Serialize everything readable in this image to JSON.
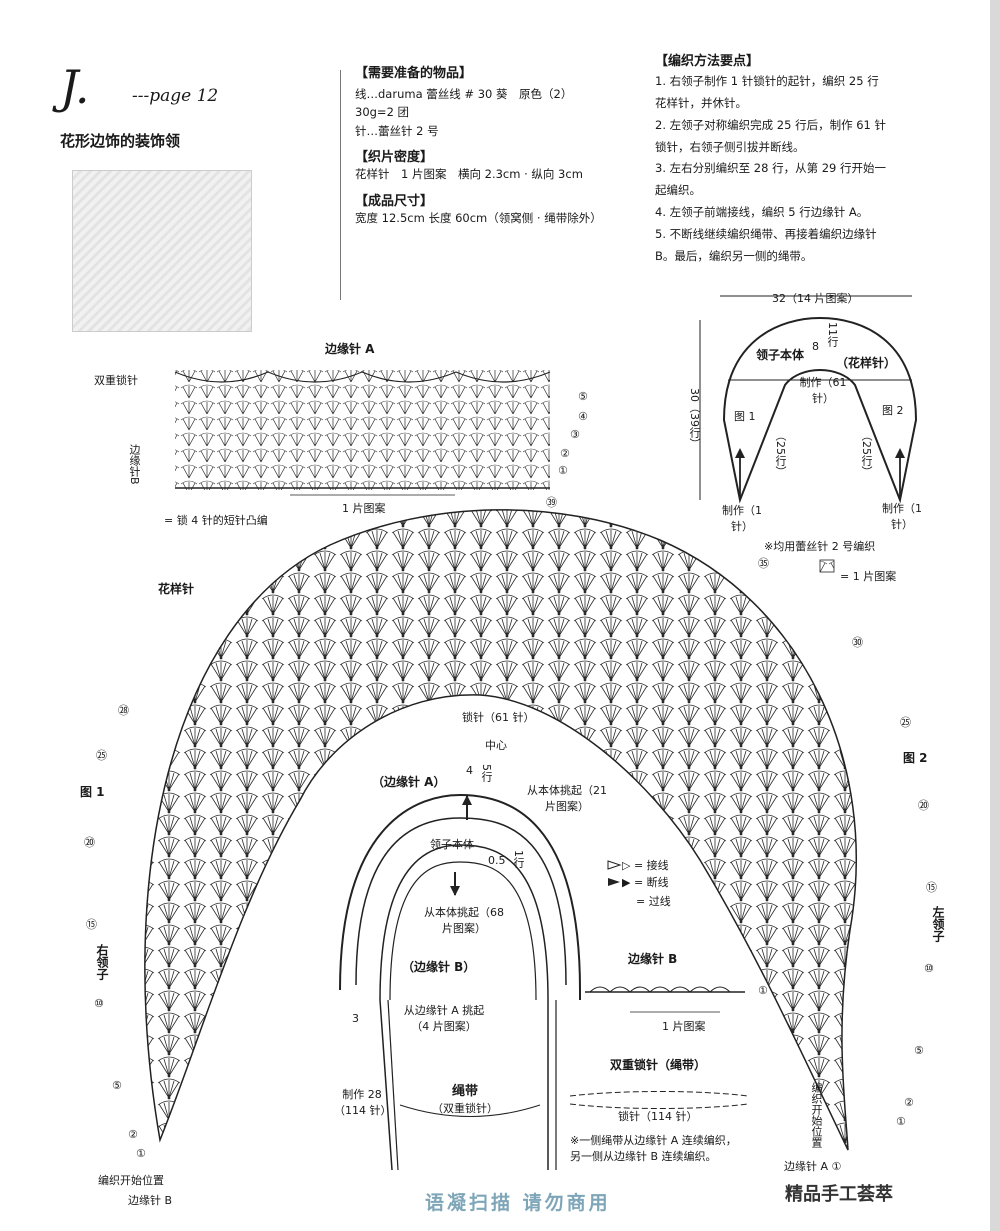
{
  "header": {
    "title_letter": "J.",
    "page_ref": "---page 12",
    "subtitle": "花形边饰的装饰领"
  },
  "materials": {
    "heading": "【需要准备的物品】",
    "lines": [
      "线…daruma 蕾丝线 # 30 葵　原色（2）",
      "30g=2 团",
      "针…蕾丝针 2 号"
    ]
  },
  "gauge": {
    "heading": "【织片密度】",
    "text": "花样针　1 片图案　横向 2.3cm · 纵向 3cm"
  },
  "size": {
    "heading": "【成品尺寸】",
    "text": "宽度 12.5cm  长度 60cm（领窝侧 · 绳带除外）"
  },
  "method": {
    "heading": "【编织方法要点】",
    "steps": [
      "1. 右领子制作 1 针锁针的起针，编织 25 行",
      "花样针，并休针。",
      "2. 左领子对称编织完成 25 行后，制作 61 针",
      "锁针，右领子侧引拔并断线。",
      "3. 左右分别编织至 28 行，从第 29 行开始一",
      "起编织。",
      "4. 左领子前端接线，编织 5 行边缘针 A。",
      "5. 不断线继续编织绳带、再接着编织边缘针",
      "B。最后，编织另一侧的绳带。"
    ]
  },
  "edgeA": {
    "title": "边缘针 A",
    "double_chain": "双重锁针",
    "edge_b": "边缘针B",
    "repeat": "1 片图案",
    "rows": [
      "⑤",
      "④",
      "③",
      "②",
      "①"
    ],
    "picot_legend": "= 锁 4 针的短针凸编"
  },
  "schematic": {
    "width": "32（14 片图案）",
    "body": "领子本体",
    "pattern": "（花样针）",
    "top_rows": "11行",
    "eight": "8",
    "foundation": "制作（61 针）",
    "height": "30（39行）",
    "fig1": "图 1",
    "fig2": "图 2",
    "rows25": "（25行）",
    "make1": "制作（1 针）",
    "needle_note": "※均用蕾丝针 2 号编织",
    "motif_legend": "= 1 片图案"
  },
  "main": {
    "pattern_label": "花样针",
    "fig1": "图 1",
    "fig2": "图 2",
    "chain61": "锁针（61 针）",
    "center": "中心",
    "right_collar": "右领子",
    "left_collar": "左领子",
    "start_pos": "编织开始位置",
    "edge_b": "边缘针 B",
    "edge_b_r": "边缘针 A ①",
    "rows_left": [
      "㉘",
      "㉕",
      "⑳",
      "⑮",
      "⑩",
      "⑤",
      "②",
      "①"
    ],
    "rows_right": [
      "㊴",
      "㉟",
      "㉚",
      "㉕",
      "⑳",
      "⑮",
      "⑩",
      "⑤",
      "②",
      "①"
    ]
  },
  "assembly": {
    "edge_a": "（边缘针 A）",
    "four": "4",
    "five_rows": "5行",
    "pickup21": "从本体挑起（21 片图案）",
    "collar_body": "领子本体",
    "half": "0.5",
    "one_row": "1行",
    "pickup68": "从本体挑起（68 片图案）",
    "edge_b": "（边缘针 B）",
    "pickup4": "从边缘针 A 挑起（4 片图案）",
    "three": "3",
    "make28": "制作 28（114 针）",
    "cord": "绳带",
    "cord_sub": "（双重锁针）"
  },
  "symbols": {
    "join": "▷ = 接线",
    "cut": "▶ = 断线",
    "pass": "= 过线"
  },
  "edgeB": {
    "title": "边缘针 B",
    "row": "①",
    "repeat": "1 片图案"
  },
  "cordDiagram": {
    "title": "双重锁针（绳带）",
    "chain": "锁针（114 针）",
    "note1": "※一侧绳带从边缘针 A 连续编织，",
    "note2": "另一侧从边缘针 B 连续编织。"
  },
  "footer": {
    "watermark": "语凝扫描 请勿商用",
    "wechat": "精品手工荟萃"
  }
}
